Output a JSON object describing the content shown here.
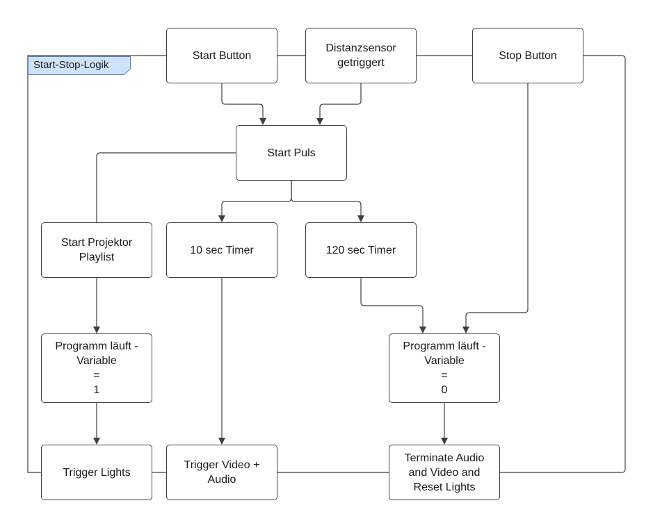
{
  "frame": {
    "label": "Start-Stop-Logik",
    "tab_fill": "#cfe2fb",
    "tab_border": "#5a7fb8"
  },
  "nodes": {
    "start_button": "Start Button",
    "distanzsensor": "Distanzsensor\ngetriggert",
    "stop_button": "Stop Button",
    "start_puls": "Start Puls",
    "start_projektor": "Start Projektor\nPlaylist",
    "timer_10": "10 sec Timer",
    "timer_120": "120 sec Timer",
    "var_1": "Programm läuft -\nVariable\n=\n1",
    "var_0": "Programm läuft -\nVariable\n=\n0",
    "trigger_lights": "Trigger Lights",
    "trigger_video": "Trigger Video +\nAudio",
    "terminate": "Terminate Audio\nand Video and\nReset Lights"
  },
  "colors": {
    "line": "#3b3f45",
    "node_border": "#3b3f45",
    "text": "#1a1a1a"
  }
}
